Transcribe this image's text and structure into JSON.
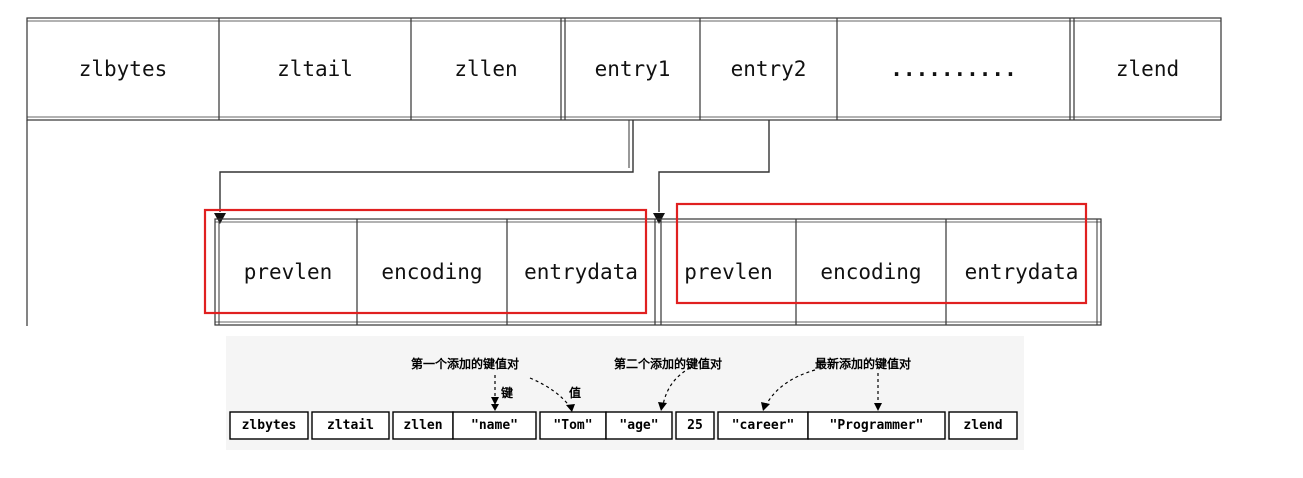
{
  "top_row": {
    "cells": [
      "zlbytes",
      "zltail",
      "zllen",
      "entry1",
      "entry2",
      "..........",
      "zlend"
    ]
  },
  "entry1_detail": [
    "prevlen",
    "encoding",
    "entrydata"
  ],
  "entry2_detail": [
    "prevlen",
    "encoding",
    "entrydata"
  ],
  "example": {
    "cells": [
      "zlbytes",
      "zltail",
      "zllen",
      "\"name\"",
      "\"Tom\"",
      "\"age\"",
      "25",
      "\"career\"",
      "\"Programmer\"",
      "zlend"
    ],
    "annotations": {
      "first_pair": "第一个添加的键值对",
      "key": "键",
      "value": "值",
      "second_pair": "第二个添加的键值对",
      "newest_pair": "最新添加的键值对"
    }
  },
  "colors": {
    "line": "#222222",
    "highlight": "#e02020",
    "example_bg": "#f5f5f5"
  }
}
